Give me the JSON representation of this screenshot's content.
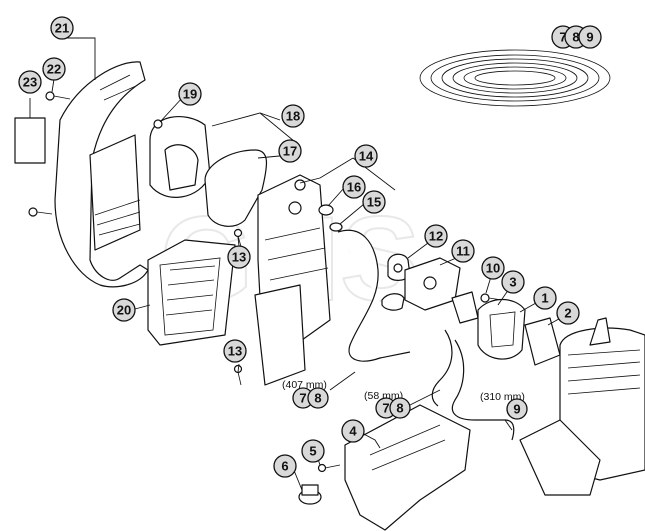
{
  "callouts": {
    "c1": "1",
    "c2": "2",
    "c3": "3",
    "c4": "4",
    "c5": "5",
    "c6": "6",
    "c10": "10",
    "c11": "11",
    "c12": "12",
    "c13a": "13",
    "c13b": "13",
    "c14": "14",
    "c15": "15",
    "c16": "16",
    "c17": "17",
    "c18": "18",
    "c19": "19",
    "c20": "20",
    "c21": "21",
    "c22": "22",
    "c23": "23",
    "topright": [
      "7",
      "8",
      "9"
    ],
    "hose407": [
      "7",
      "8"
    ],
    "hose58": [
      "7",
      "8"
    ],
    "hose310": [
      "9"
    ]
  },
  "dimensions": {
    "hose_407": "(407 mm)",
    "hose_58": "(58 mm)",
    "hose_310": "(310 mm)"
  },
  "watermark": "GHS"
}
